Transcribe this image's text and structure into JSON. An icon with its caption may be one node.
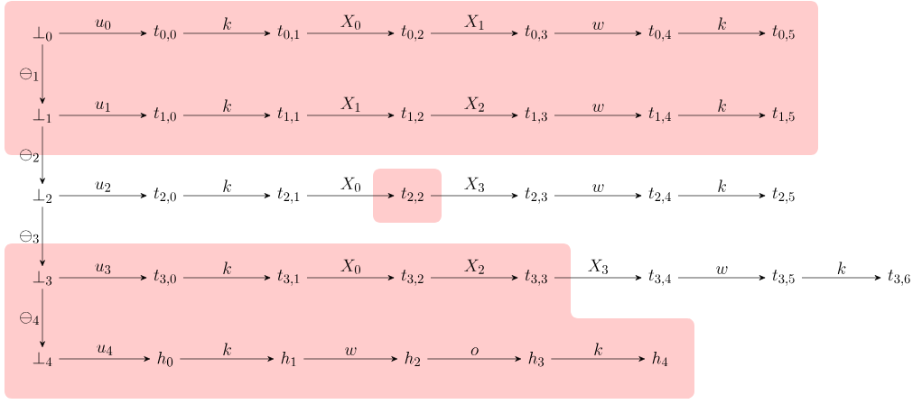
{
  "diagram": {
    "nodes": [
      {
        "text": [],
        "shape": "box"
      },
      {
        "text": [
          "\\perp_{0}"
        ],
        "in": 0
      },
      {
        "text": [
          "t_{0,0}"
        ],
        "in": 0
      },
      {
        "text": [
          "t_{0,1}"
        ],
        "in": 0
      },
      {
        "text": [
          "t_{0,2}"
        ],
        "in": 0
      },
      {
        "text": [
          "t_{0,3}"
        ],
        "in": 0
      },
      {
        "text": [
          "t_{0,4}"
        ],
        "in": 0
      },
      {
        "text": [
          "t_{0,5}"
        ],
        "in": 0
      },
      {
        "text": [
          "\\perp_{1}"
        ],
        "in": 0
      },
      {
        "text": [
          "t_{1,0}"
        ],
        "in": 0
      },
      {
        "text": [
          "t_{1,1}"
        ],
        "in": 0
      },
      {
        "text": [
          "t_{1,2}"
        ],
        "in": 0
      },
      {
        "text": [
          "t_{1,3}"
        ],
        "in": 0
      },
      {
        "text": [
          "t_{1,4}"
        ],
        "in": 0
      },
      {
        "text": [
          "t_{1,5}"
        ],
        "in": 0
      },
      {
        "text": [
          "\\perp_{2}"
        ]
      },
      {
        "text": [
          "t_{2,0}"
        ]
      },
      {
        "text": [
          "t_{2,1}"
        ]
      },
      {
        "text": [],
        "shape": "box"
      },
      {
        "text": [
          "t_{2,2}"
        ],
        "in": 18
      },
      {
        "text": [
          "t_{2,3}"
        ]
      },
      {
        "text": [
          "t_{2,4}"
        ]
      },
      {
        "text": [
          "t_{2,5}"
        ]
      },
      {
        "text": [],
        "shape": "box"
      },
      {
        "text": [
          "\\perp_{3}"
        ],
        "in": 23
      },
      {
        "text": [
          "t_{3,0}"
        ],
        "in": 23
      },
      {
        "text": [
          "t_{3,1}"
        ],
        "in": 23
      },
      {
        "text": [
          "t_{3,2}"
        ],
        "in": 23
      },
      {
        "text": [
          "t_{3,3}"
        ],
        "in": 23
      },
      {
        "text": [
          "t_{3,4}"
        ]
      },
      {
        "text": [
          "t_{3,5}"
        ]
      },
      {
        "text": [
          "t_{3,6}"
        ]
      },
      {
        "text": [
          "\\perp_{4}"
        ],
        "in": 23
      },
      {
        "text": [
          "h_{0}"
        ],
        "in": 23
      },
      {
        "text": [
          "h_{1}"
        ],
        "in": 23
      },
      {
        "text": [
          "h_{2}"
        ],
        "in": 23
      },
      {
        "text": [
          "h_{3}"
        ],
        "in": 23
      },
      {
        "text": [
          "h_{4}"
        ],
        "in": 23
      }
    ],
    "edges": [
      {
        "from": 1,
        "to": 2,
        "arrow": "to",
        "label": "u_{0}"
      },
      {
        "from": 2,
        "to": 3,
        "arrow": "to",
        "label": "k"
      },
      {
        "from": 3,
        "to": 4,
        "arrow": "to",
        "label": "X_{0}"
      },
      {
        "from": 4,
        "to": 5,
        "arrow": "to",
        "label": "X_{1}"
      },
      {
        "from": 5,
        "to": 6,
        "arrow": "to",
        "label": "w"
      },
      {
        "from": 6,
        "to": 7,
        "arrow": "to",
        "label": "k"
      },
      {
        "from": 1,
        "to": 8,
        "arrow": "to",
        "label": "\\ominus_{1}"
      },
      {
        "from": 8,
        "to": 9,
        "arrow": "to",
        "label": "u_{1}"
      },
      {
        "from": 9,
        "to": 10,
        "arrow": "to",
        "label": "k"
      },
      {
        "from": 10,
        "to": 11,
        "arrow": "to",
        "label": "X_{1}"
      },
      {
        "from": 11,
        "to": 12,
        "arrow": "to",
        "label": "X_{2}"
      },
      {
        "from": 12,
        "to": 13,
        "arrow": "to",
        "label": "w"
      },
      {
        "from": 13,
        "to": 14,
        "arrow": "to",
        "label": "k"
      },
      {
        "from": 8,
        "to": 15,
        "arrow": "to",
        "label": "\\ominus_{2}"
      },
      {
        "from": 15,
        "to": 16,
        "arrow": "to",
        "label": "u_{2}"
      },
      {
        "from": 16,
        "to": 17,
        "arrow": "to",
        "label": "k"
      },
      {
        "from": 17,
        "to": 19,
        "arrow": "to",
        "label": "X_{0}"
      },
      {
        "from": 19,
        "to": 20,
        "arrow": "to",
        "label": "X_{3}"
      },
      {
        "from": 20,
        "to": 21,
        "arrow": "to",
        "label": "w"
      },
      {
        "from": 21,
        "to": 22,
        "arrow": "to",
        "label": "k"
      },
      {
        "from": 15,
        "to": 24,
        "arrow": "to",
        "label": "\\ominus_{3}"
      },
      {
        "from": 24,
        "to": 25,
        "arrow": "to",
        "label": "u_{3}"
      },
      {
        "from": 25,
        "to": 26,
        "arrow": "to",
        "label": "k"
      },
      {
        "from": 26,
        "to": 27,
        "arrow": "to",
        "label": "X_{0}"
      },
      {
        "from": 27,
        "to": 28,
        "arrow": "to",
        "label": "X_{2}"
      },
      {
        "from": 28,
        "to": 29,
        "arrow": "to",
        "label": "X_{3}"
      },
      {
        "from": 29,
        "to": 30,
        "arrow": "to",
        "label": "w"
      },
      {
        "from": 30,
        "to": 31,
        "arrow": "to",
        "label": "k"
      },
      {
        "from": 24,
        "to": 32,
        "arrow": "to",
        "label": "\\ominus_{4}"
      },
      {
        "from": 32,
        "to": 33,
        "arrow": "to",
        "label": "u_{4}"
      },
      {
        "from": 33,
        "to": 34,
        "arrow": "to",
        "label": "k"
      },
      {
        "from": 34,
        "to": 35,
        "arrow": "to",
        "label": "w"
      },
      {
        "from": 35,
        "to": 36,
        "arrow": "to",
        "label": "o"
      },
      {
        "from": 36,
        "to": 37,
        "arrow": "to",
        "label": "k"
      }
    ]
  }
}
